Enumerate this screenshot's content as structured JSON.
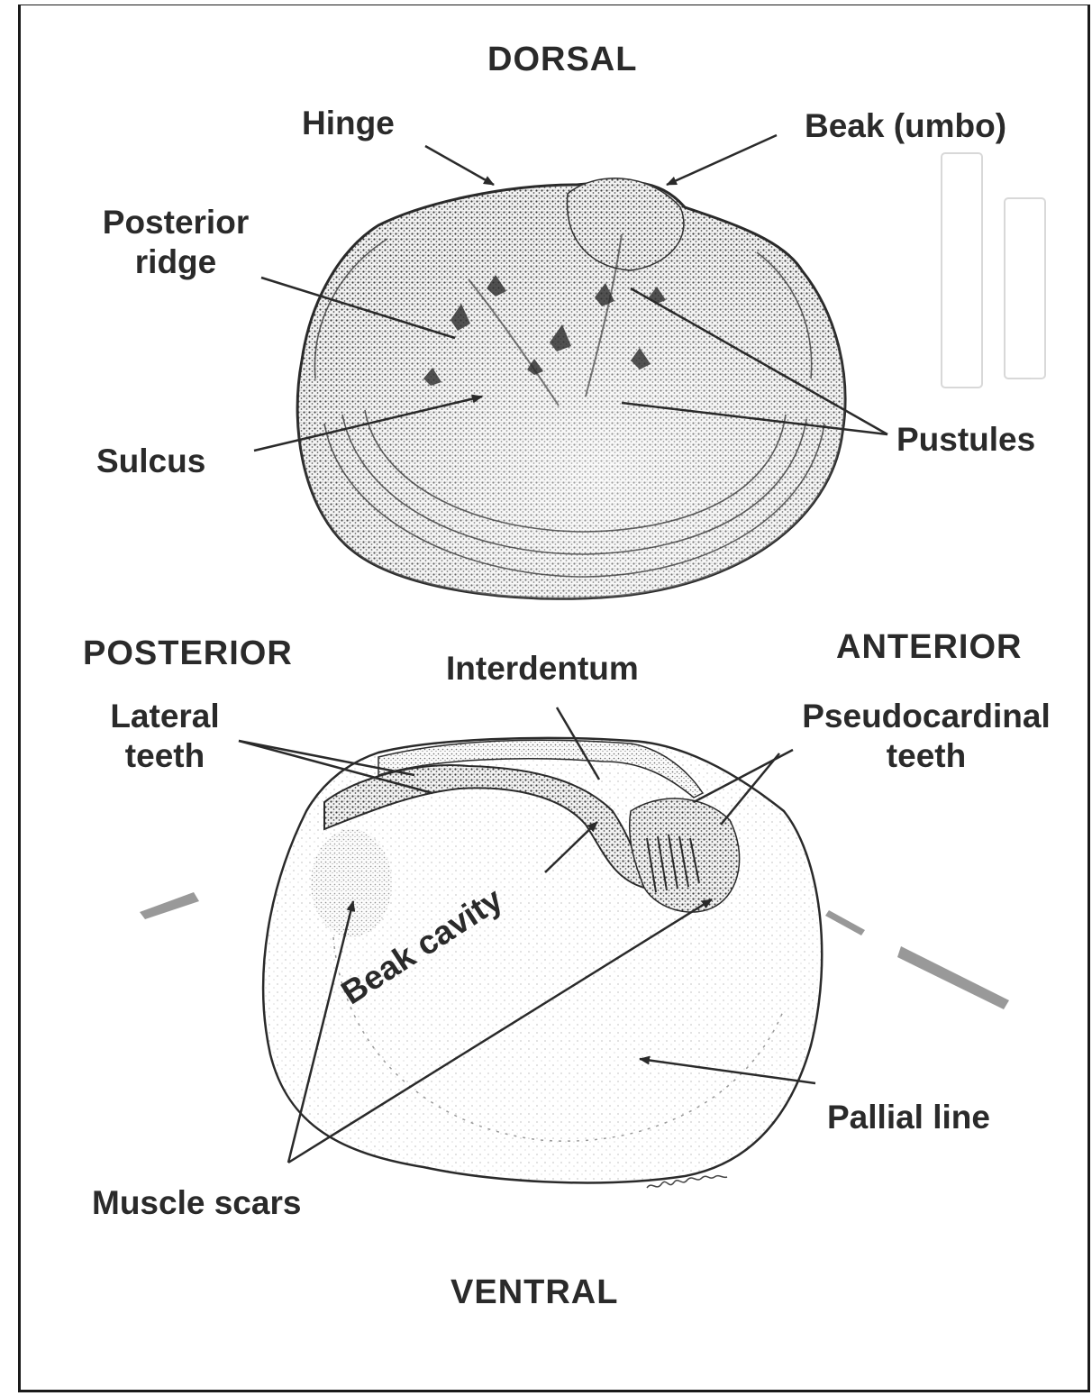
{
  "orientation": {
    "top": "DORSAL",
    "left": "POSTERIOR",
    "right": "ANTERIOR",
    "bottom": "VENTRAL"
  },
  "exterior_view": {
    "labels": {
      "hinge": "Hinge",
      "beak_umbo": "Beak (umbo)",
      "posterior_ridge": [
        "Posterior",
        "ridge"
      ],
      "sulcus": "Sulcus",
      "pustules": "Pustules"
    }
  },
  "interior_view": {
    "labels": {
      "interdentum": "Interdentum",
      "lateral_teeth": [
        "Lateral",
        "teeth"
      ],
      "pseudocardinal_teeth": [
        "Pseudocardinal",
        "teeth"
      ],
      "beak_cavity": "Beak cavity",
      "pallial_line": "Pallial line",
      "muscle_scars": "Muscle scars"
    }
  },
  "colors": {
    "ink": "#2a2a2a",
    "stipple_dark": "#3a3a3a",
    "stipple_light": "#8a8a8a",
    "background": "#ffffff"
  }
}
